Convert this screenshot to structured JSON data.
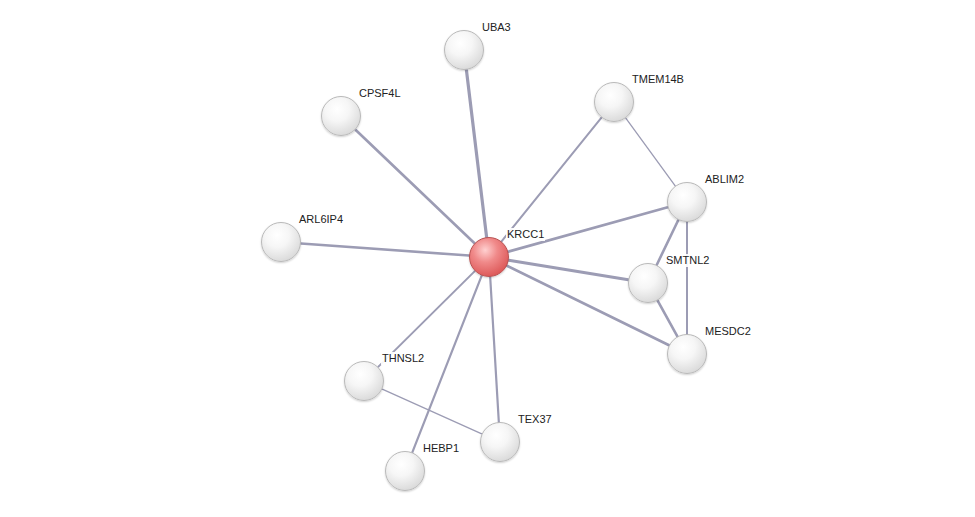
{
  "diagram": {
    "nodes": [
      {
        "text": [
          "KRCC1"
        ]
      },
      {
        "text": [
          "UBA3"
        ]
      },
      {
        "text": [
          "CPSF4L"
        ]
      },
      {
        "text": [
          "TMEM14B"
        ]
      },
      {
        "text": [
          "ABLIM2"
        ]
      },
      {
        "text": [
          "ARL6IP4"
        ]
      },
      {
        "text": [
          "SMTNL2"
        ]
      },
      {
        "text": [
          "MESDC2"
        ]
      },
      {
        "text": [
          "THNSL2"
        ]
      },
      {
        "text": [
          "TEX37"
        ]
      },
      {
        "text": [
          "HEBP1"
        ]
      }
    ],
    "edges": [
      {
        "from": 0,
        "to": 1,
        "arrow": "none"
      },
      {
        "from": 0,
        "to": 2,
        "arrow": "none"
      },
      {
        "from": 0,
        "to": 3,
        "arrow": "none"
      },
      {
        "from": 0,
        "to": 4,
        "arrow": "none"
      },
      {
        "from": 0,
        "to": 5,
        "arrow": "none"
      },
      {
        "from": 0,
        "to": 6,
        "arrow": "none"
      },
      {
        "from": 0,
        "to": 7,
        "arrow": "none"
      },
      {
        "from": 0,
        "to": 8,
        "arrow": "none"
      },
      {
        "from": 0,
        "to": 9,
        "arrow": "none"
      },
      {
        "from": 0,
        "to": 10,
        "arrow": "none"
      },
      {
        "from": 3,
        "to": 4,
        "arrow": "none"
      },
      {
        "from": 4,
        "to": 6,
        "arrow": "none"
      },
      {
        "from": 4,
        "to": 7,
        "arrow": "none"
      },
      {
        "from": 6,
        "to": 7,
        "arrow": "none"
      },
      {
        "from": 8,
        "to": 9,
        "arrow": "none"
      }
    ]
  }
}
